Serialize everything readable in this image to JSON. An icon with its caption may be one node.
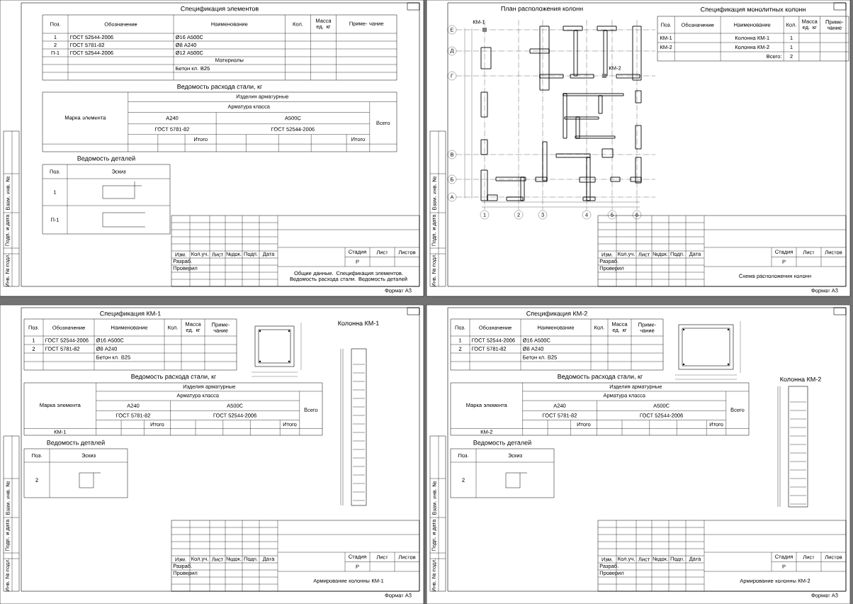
{
  "diagram": {
    "labels": [
      "Спецификация элементов",
      "Поз.",
      "Обозначение",
      "Наименование",
      "Кол.",
      "Масса ед. кг",
      "Приме- чание",
      "1",
      "ГОСТ 52544-2006",
      "Ø16 А500С",
      "2",
      "ГОСТ 5781-82",
      "Ø8 А240",
      "П-1",
      "ГОСТ 52544-2006",
      "Ø12 А500С",
      "Материалы",
      "Бетон кл. В25",
      "Ведомость расхода стали, кг",
      "Марка элемента",
      "Изделия арматурные",
      "Арматура класса",
      "А240",
      "А500С",
      "ГОСТ 5781-82",
      "ГОСТ 52544-2006",
      "Итого",
      "Итого",
      "Всего",
      "Ведомость деталей",
      "Поз.",
      "Эскиз",
      "1",
      "П-1",
      "Изм.",
      "Кол.уч.",
      "Лист",
      "№док.",
      "Подп.",
      "Дата",
      "Разраб.",
      "Проверил",
      "Стадия",
      "Лист",
      "Листов",
      "Р",
      "Общие данные. Спецификация элементов. Ведомость расхода стали. Ведомость деталей",
      "Формат А3",
      "Взам. инв. №",
      "Подп. и дата",
      "Инв. № подл.",
      "План расположения колонн",
      "Е",
      "Д",
      "Г",
      "В",
      "Б",
      "А",
      "1",
      "2",
      "3",
      "4",
      "5",
      "6",
      "КМ-1",
      "КМ-2",
      "Спецификация монолитных колонн",
      "Поз.",
      "Обозначение",
      "Наименование",
      "Кол.",
      "Масса ед. кг",
      "Приме- чание",
      "КМ-1",
      "Колонна КМ-1",
      "1",
      "КМ-2",
      "Колонна КМ-2",
      "1",
      "Всего:",
      "2",
      "Изм.",
      "Кол.уч.",
      "Лист",
      "№док.",
      "Подп.",
      "Дата",
      "Разраб.",
      "Проверил",
      "Стадия",
      "Лист",
      "Листов",
      "Р",
      "Схема расположения колонн",
      "Формат А3",
      "Взам. инв. №",
      "Подп. и дата",
      "Инв. № подл.",
      "Спецификация КМ-1",
      "Поз.",
      "Обозначение",
      "Наименование",
      "Кол.",
      "Масса ед. кг",
      "Приме- чание",
      "1",
      "ГОСТ 52544-2006",
      "Ø16 А500С",
      "2",
      "ГОСТ 5781-82",
      "Ø8 А240",
      "Бетон кл. В25",
      "Ведомость расхода стали, кг",
      "Марка элемента",
      "Изделия арматурные",
      "Арматура класса",
      "А240",
      "А500С",
      "ГОСТ 5781-82",
      "ГОСТ 52544-2006",
      "Итого",
      "Итого",
      "Всего",
      "КМ-1",
      "Ведомость деталей",
      "Поз.",
      "Эскиз",
      "2",
      "Колонна КМ-1",
      "Изм.",
      "Кол.уч.",
      "Лист",
      "№док.",
      "Подп.",
      "Дата",
      "Разраб.",
      "Проверил",
      "Стадия",
      "Лист",
      "Листов",
      "Р",
      "Армирование колонны КМ-1",
      "Формат А3",
      "Взам. инв. №",
      "Подп. и дата",
      "Инв. № подл.",
      "Спецификация КМ-2",
      "Поз.",
      "Обозначение",
      "Наименование",
      "Кол.",
      "Масса ед. кг",
      "Приме- чание",
      "1",
      "ГОСТ 52544-2006",
      "Ø16 А500С",
      "2",
      "ГОСТ 5781-82",
      "Ø8 А240",
      "Бетон кл. В25",
      "Ведомость расхода стали, кг",
      "Марка элемента",
      "Изделия арматурные",
      "Арматура класса",
      "А240",
      "А500С",
      "ГОСТ 5781-82",
      "ГОСТ 52544-2006",
      "Итого",
      "Итого",
      "Всего",
      "КМ-2",
      "Ведомость деталей",
      "Поз.",
      "Эскиз",
      "2",
      "Колонна КМ-2",
      "Изм.",
      "Кол.уч.",
      "Лист",
      "№док.",
      "Подп.",
      "Дата",
      "Разраб.",
      "Проверил",
      "Стадия",
      "Лист",
      "Листов",
      "Р",
      "Армирование колонны КМ-2",
      "Формат А3",
      "Взам. инв. №",
      "Подп. и дата",
      "Инв. № подл."
    ]
  }
}
